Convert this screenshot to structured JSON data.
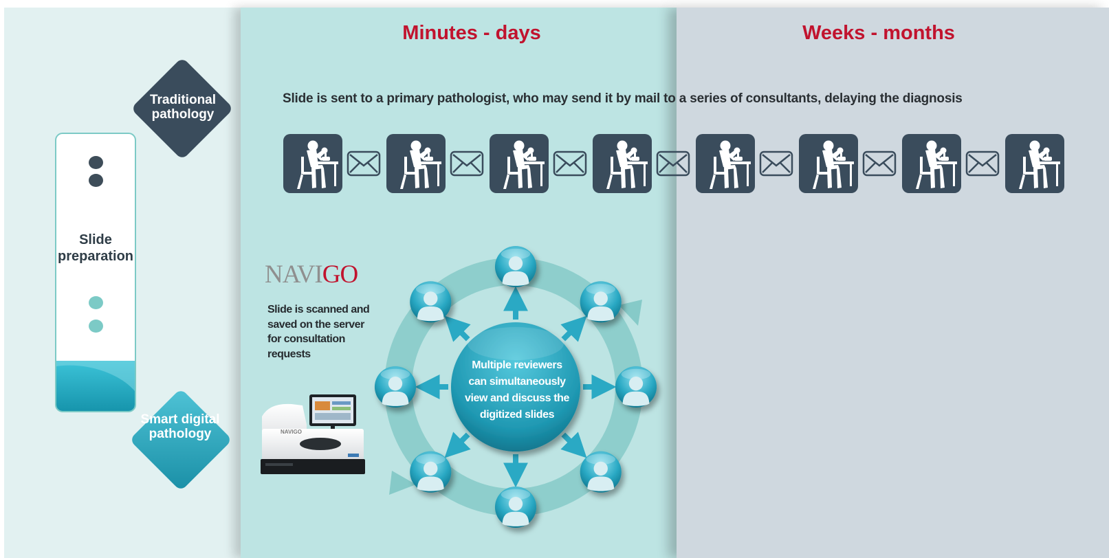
{
  "headings": {
    "minutes_days": "Minutes - days",
    "weeks_months": "Weeks - months"
  },
  "traditional": {
    "label": "Traditional pathology",
    "caption": "Slide is sent to a primary pathologist, who may send it by mail to a series of consultants, delaying the diagnosis",
    "pathologist_count": 8,
    "mail_count": 7,
    "icons": [
      "pathologist-at-microscope-icon",
      "envelope-icon"
    ]
  },
  "slide": {
    "label": "Slide preparation"
  },
  "smart": {
    "label": "Smart digital pathology",
    "logo_prefix": "NAVI",
    "logo_suffix": "GO",
    "scanner_badge": "NAVIGO",
    "scan_text": "Slide is scanned and saved on the server for consultation requests",
    "center_text": "Multiple reviewers can simultaneously view and discuss the digitized slides",
    "reviewer_count": 8
  },
  "colors": {
    "heading": "#c1132e",
    "dark_tile": "#3a4c5c",
    "panel_left": "#e2f1f1",
    "panel_mid": "#bde4e3",
    "panel_right": "#cfd8df",
    "accent_teal": "#2aa9c4"
  }
}
